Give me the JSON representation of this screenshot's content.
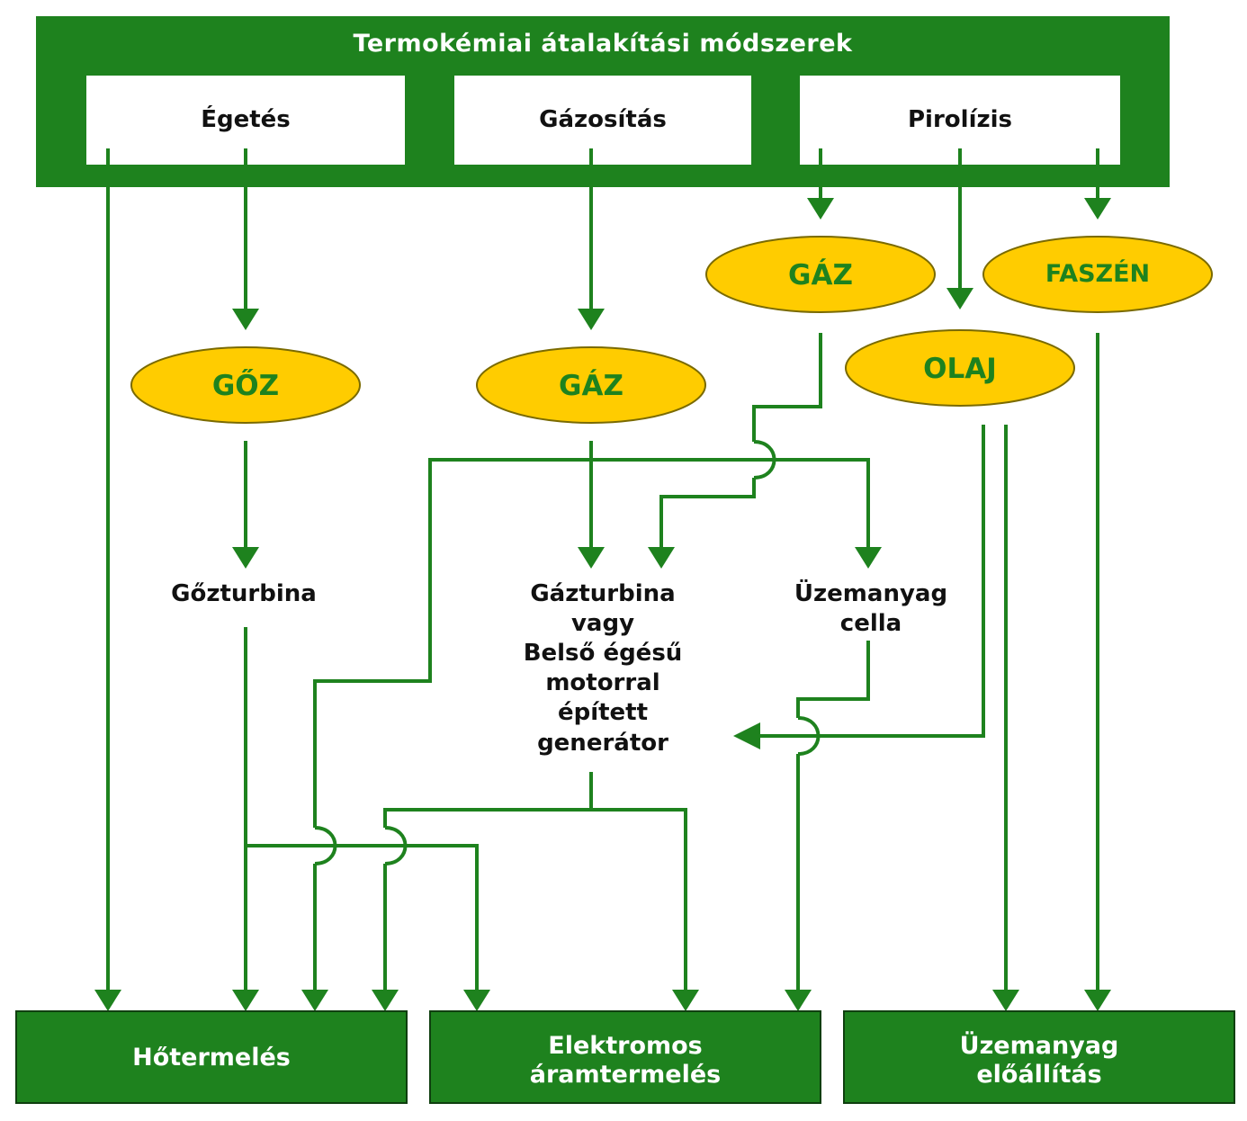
{
  "header": {
    "title": "Termokémiai átalakítási módszerek"
  },
  "methods": [
    {
      "id": "egetes",
      "label": "Égetés"
    },
    {
      "id": "gazositas",
      "label": "Gázosítás"
    },
    {
      "id": "pirolizis",
      "label": "Pirolízis"
    }
  ],
  "products": {
    "goz": "GŐZ",
    "gaz_gasification": "GÁZ",
    "gaz_pyrolysis": "GÁZ",
    "olaj": "OLAJ",
    "faszen": "FASZÉN"
  },
  "converters": {
    "gozturbina": [
      "Gőzturbina"
    ],
    "gazturbina": [
      "Gázturbina",
      "vagy",
      "Belső égésű",
      "motorral",
      "épített",
      "generátor"
    ],
    "uzemanyag_cella": [
      "Üzemanyag",
      "cella"
    ]
  },
  "outputs": {
    "hotermeles": [
      "Hőtermelés"
    ],
    "aramtermeles": [
      "Elektromos",
      "áramtermelés"
    ],
    "uzemanyag_eloallitas": [
      "Üzemanyag",
      "előállítás"
    ]
  },
  "colors": {
    "green": "#1e821e",
    "oval_fill": "#ffcc00",
    "oval_stroke": "#7a6a00",
    "white": "#ffffff",
    "text_dark": "#111111"
  }
}
